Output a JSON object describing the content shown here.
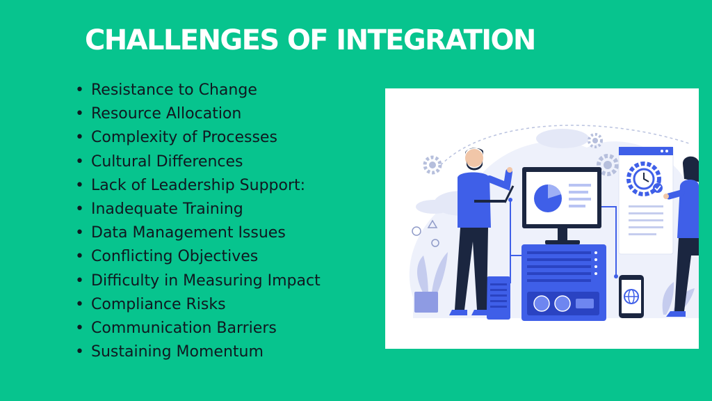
{
  "slide": {
    "title": "CHALLENGES OF INTEGRATION",
    "bullets": [
      "Resistance to Change",
      "Resource Allocation",
      "Complexity of Processes",
      "Cultural Differences",
      "Lack of Leadership Support:",
      "Inadequate Training",
      "Data Management Issues",
      "Conflicting Objectives",
      "Difficulty in Measuring Impact",
      "Compliance Risks",
      "Communication Barriers",
      "Sustaining Momentum"
    ]
  },
  "colors": {
    "background": "#07c48e",
    "title_text": "#ffffff",
    "bullet_text": "#101820",
    "accent_blue": "#3f5fe8"
  },
  "illustration": {
    "icons": [
      "pie-chart-icon",
      "gear-icon",
      "clock-icon",
      "globe-icon",
      "check-icon"
    ]
  }
}
